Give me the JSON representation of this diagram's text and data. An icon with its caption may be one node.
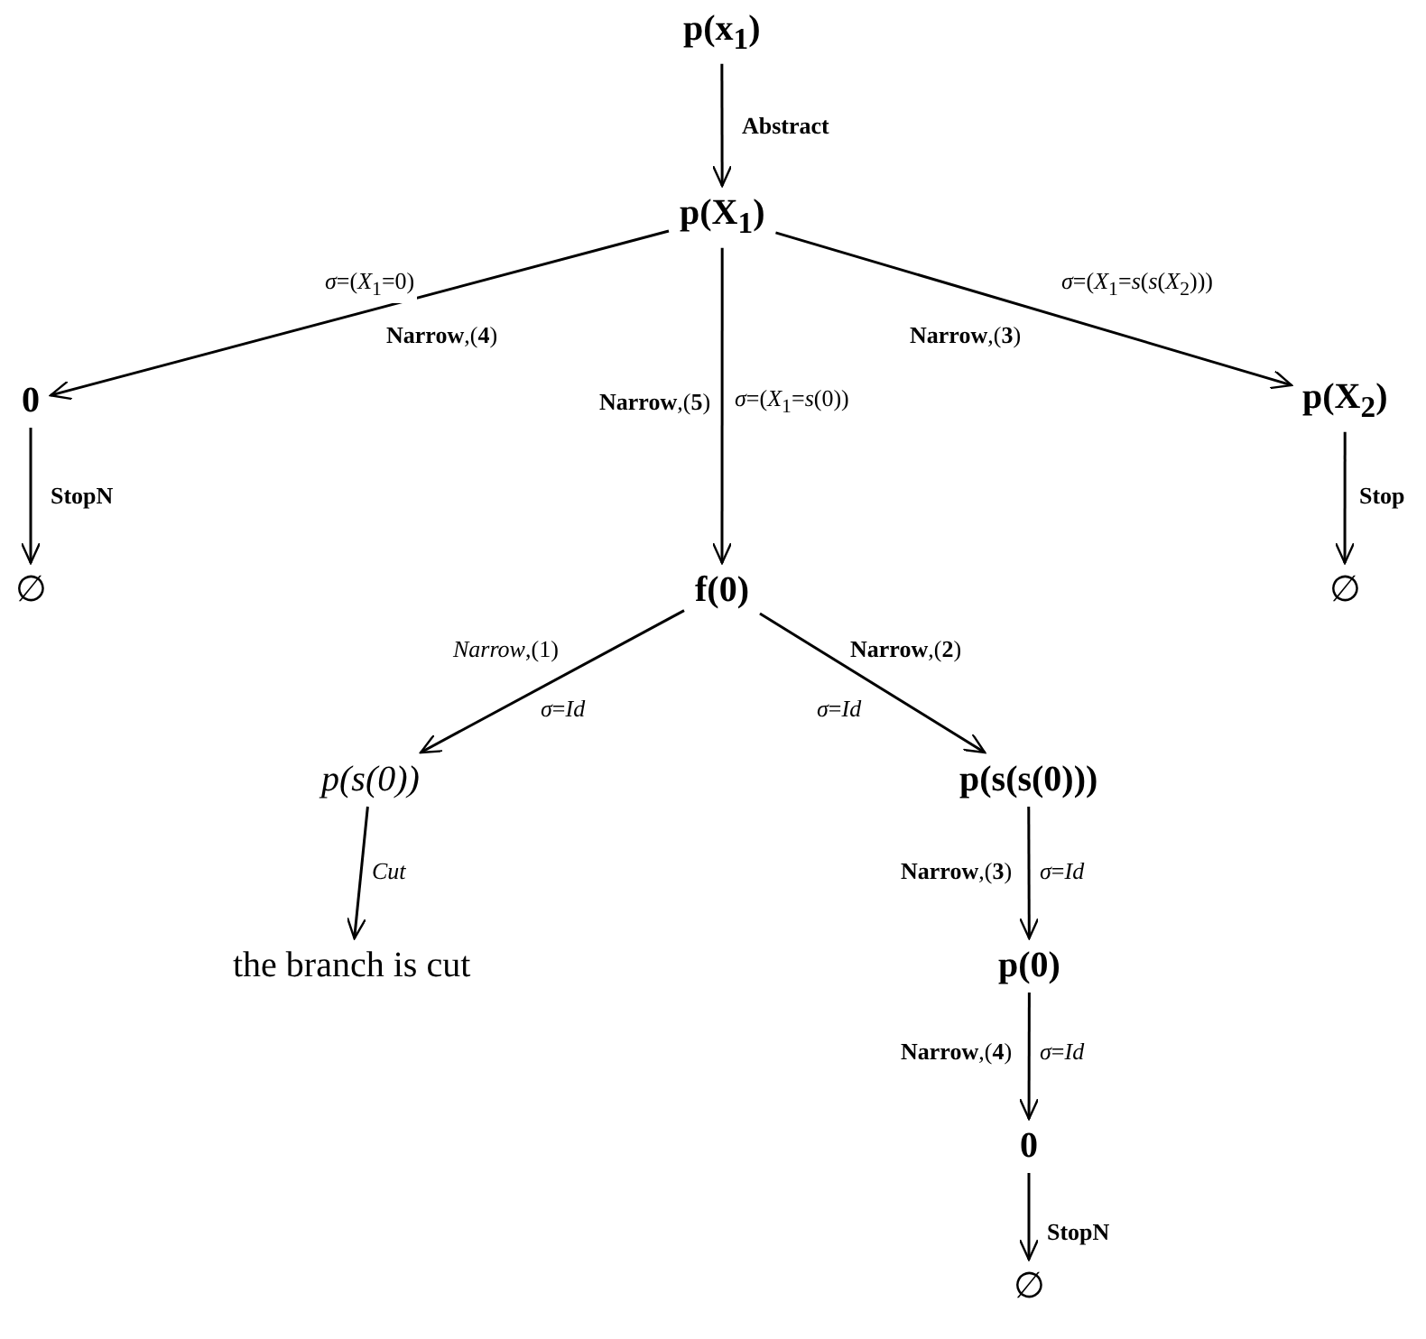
{
  "diagram": {
    "nodes": [
      {
        "text": [
          "p(x$_{1}$)"
        ]
      },
      {
        "text": [
          "p(X$_{1}$)"
        ]
      },
      {
        "text": [
          "0"
        ]
      },
      {
        "text": [
          "p(X$_{2}$)"
        ]
      },
      {
        "text": [
          "∅"
        ]
      },
      {
        "text": [
          "f(0)"
        ]
      },
      {
        "text": [
          "∅"
        ]
      },
      {
        "text": [
          "p(s(0))"
        ]
      },
      {
        "text": [
          "p(s(s(0)))"
        ]
      },
      {
        "text": [
          "the branch is cut"
        ]
      },
      {
        "text": [
          "p(0)"
        ]
      },
      {
        "text": [
          "0"
        ]
      },
      {
        "text": [
          "∅"
        ]
      }
    ],
    "edges": [
      {
        "from": 0,
        "to": 1,
        "arrow": "to",
        "label": "Abstract"
      },
      {
        "from": 1,
        "to": 2,
        "arrow": "to",
        "label": "**Narrow**,(**4**)"
      },
      {
        "from": 1,
        "to": 5,
        "arrow": "to",
        "label": "**Narrow**,(**5**)"
      },
      {
        "from": 1,
        "to": 3,
        "arrow": "to",
        "label": "**Narrow**,(**3**)"
      },
      {
        "from": 2,
        "to": 4,
        "arrow": "to",
        "label": "StopN"
      },
      {
        "from": 3,
        "to": 6,
        "arrow": "to",
        "label": "Stop"
      },
      {
        "from": 5,
        "to": 7,
        "arrow": "to",
        "label": "*Narrow*,(1)"
      },
      {
        "from": 5,
        "to": 8,
        "arrow": "to",
        "label": "**Narrow**,(**2**)"
      },
      {
        "from": 7,
        "to": 9,
        "arrow": "to",
        "label": "*Cut*"
      },
      {
        "from": 8,
        "to": 10,
        "arrow": "to",
        "label": "**Narrow**,(**3**)"
      },
      {
        "from": 10,
        "to": 11,
        "arrow": "to",
        "label": "**Narrow**,(**4**)"
      },
      {
        "from": 11,
        "to": 12,
        "arrow": "to",
        "label": "StopN"
      }
    ],
    "labels": [
      "*σ*=(*X*$_{1}$=0)",
      "*σ*=(*X*$_{1}$=*s*(0))",
      "*σ*=(*X*$_{1}$=*s*(*s*(*X*$_{2}$)))",
      "*σ*=*Id*",
      "*σ*=*Id*",
      "*σ*=*Id*",
      "*σ*=*Id*"
    ]
  }
}
